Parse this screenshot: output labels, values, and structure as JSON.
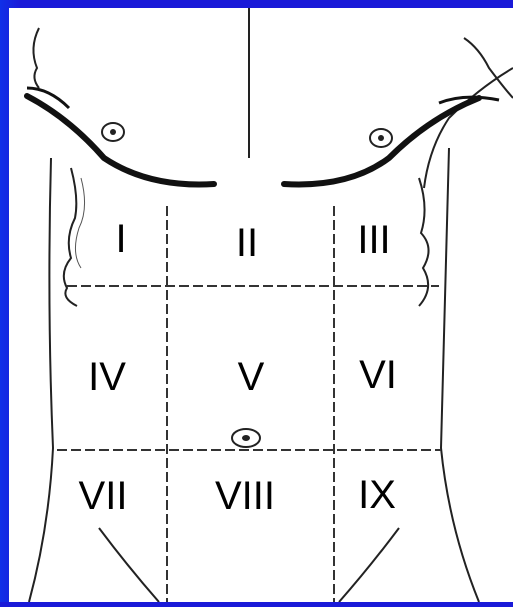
{
  "colors": {
    "background": "#1a1ad8",
    "drawing_bg": "#ffffff",
    "ink": "#111111",
    "grid_line": "#333333"
  },
  "regions": [
    {
      "label": "I"
    },
    {
      "label": "II"
    },
    {
      "label": "III"
    },
    {
      "label": "IV"
    },
    {
      "label": "V"
    },
    {
      "label": "VI"
    },
    {
      "label": "VII"
    },
    {
      "label": "VIII"
    },
    {
      "label": "IX"
    }
  ]
}
